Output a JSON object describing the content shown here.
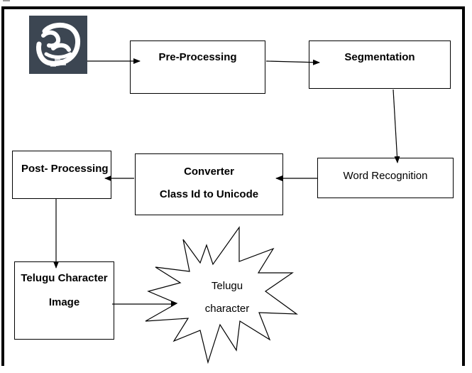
{
  "diagram": {
    "nodes": {
      "pre_processing": "Pre-Processing",
      "segmentation": "Segmentation",
      "word_recognition": "Word Recognition",
      "converter_line1": "Converter",
      "converter_line2": "Class Id to Unicode",
      "post_processing": "Post- Processing",
      "telugu_image_line1": "Telugu Character",
      "telugu_image_line2": "Image",
      "telugu_char_line1": "Telugu",
      "telugu_char_line2": "character"
    },
    "input_image_icon": "telugu-glyph-icon",
    "colors": {
      "stroke": "#000000",
      "icon_bg": "#3c4652",
      "icon_glyph": "#ffffff"
    }
  }
}
